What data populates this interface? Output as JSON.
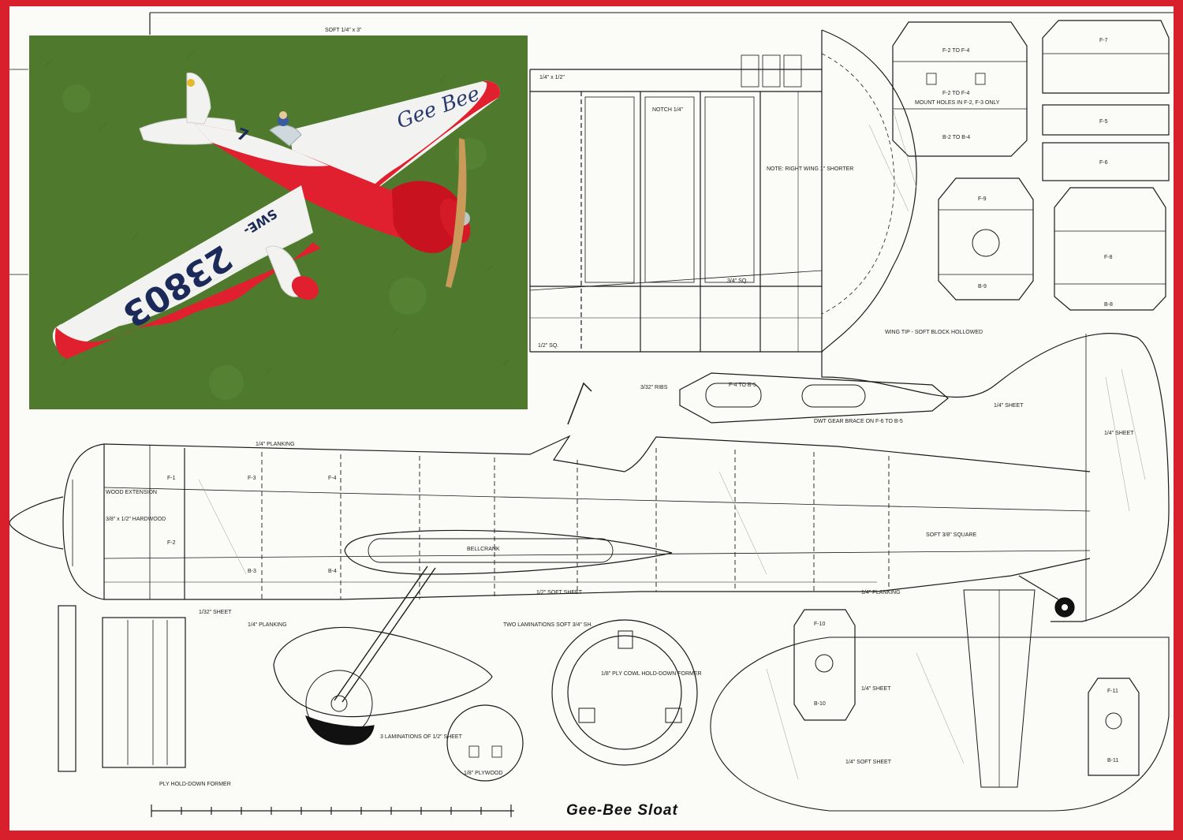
{
  "plan": {
    "title": "Gee-Bee Sloat",
    "labels": {
      "soft_top": "SOFT 1/4\" x 3\"",
      "spar": "1/4\" x 1/2\"",
      "notch": "NOTCH 1/4\"",
      "note": "NOTE: RIGHT WING 1\" SHORTER",
      "wing_sq": "3/4\" SQ.",
      "wing_tip": "WING TIP - SOFT BLOCK HOLLOWED",
      "half_sq": "1/2\" SQ.",
      "ribs": "3/32\" RIBS",
      "gear_brace": "DWT GEAR BRACE ON F-6 TO B-5",
      "sheet_1_4": "1/4\" SHEET",
      "sheet_1_4b": "1/4\" SHEET",
      "planking_top": "1/4\" PLANKING",
      "wood_ext": "WOOD EXTENSION",
      "hardwood": "3/8\" x 1/2\" HARDWOOD",
      "bellcrank": "BELLCRANK",
      "soft_sq": "SOFT 3/8\" SQUARE",
      "half_soft_sheet": "1/2\" SOFT SHEET",
      "planking_bottom": "1/4\" PLANKING",
      "sheet_1_32": "1/32\" SHEET",
      "planking_wheel": "1/4\" PLANKING",
      "two_lams": "TWO LAMINATIONS SOFT 3/4\" SH.",
      "three_lams": "3 LAMINATIONS OF 1/2\" SHEET",
      "ply_cowl": "1/8\" PLY COWL HOLD-DOWN FORMER",
      "ply_small": "1/8\" PLYWOOD",
      "ply_hold": "PLY HOLD-DOWN FORMER",
      "soft_sheet_stab": "1/4\" SOFT SHEET",
      "sheet_stab": "1/4\" SHEET",
      "mount_holes": "MOUNT HOLES IN F-2, F-3 ONLY",
      "f2_f4": "F-2 TO F-4",
      "f2_f4b": "F-2 TO F-4",
      "b2_b4": "B-2 TO B-4",
      "f4_b5": "F-4 TO B-5",
      "f7": "F-7",
      "f5": "F-5",
      "f6": "F-6",
      "f9": "F-9",
      "b9": "B-9",
      "f8": "F-8",
      "b8": "B-8",
      "f10": "F-10",
      "b10": "B-10",
      "f11": "F-11",
      "b11": "B-11",
      "f1": "F-1",
      "f2": "F-2",
      "f3": "F-3",
      "f4": "F-4",
      "b3": "B-3",
      "b4": "B-4"
    }
  },
  "photo": {
    "registration": "23803",
    "prefix": "SWE-",
    "race_number": "7",
    "logo_text": "Gee Bee",
    "colors": {
      "frame": "#d8202c",
      "grass": "#4f7a2e",
      "aircraft_red": "#e0202f",
      "aircraft_white": "#f2f3f0",
      "lettering": "#1c2a5a",
      "propeller": "#c99a5a"
    }
  }
}
